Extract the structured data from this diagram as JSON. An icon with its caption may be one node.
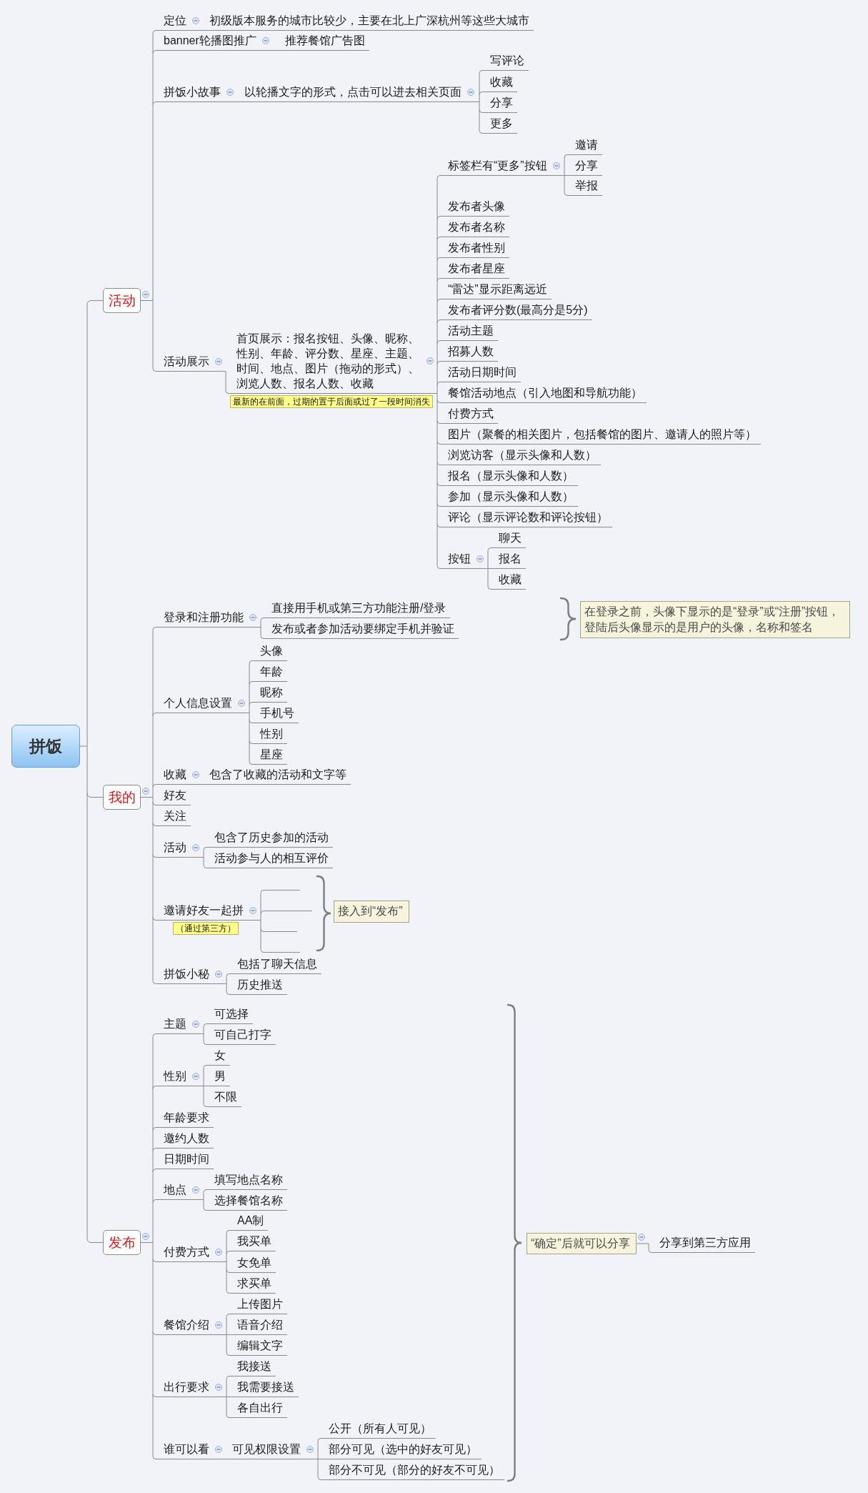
{
  "diagram": {
    "nodes": [
      {
        "text": [
          "拼饭"
        ]
      },
      {
        "text": [
          "活动"
        ]
      },
      {
        "text": [
          "定位"
        ]
      },
      {
        "text": [
          "初级版本服务的城市比较少，主要在北上广深杭州等这些大城市"
        ]
      },
      {
        "text": [
          "banner轮播图推广"
        ]
      },
      {
        "text": [
          "推荐餐馆广告图"
        ]
      },
      {
        "text": [
          "拼饭小故事"
        ]
      },
      {
        "text": [
          "以轮播文字的形式，点击可以进去相关页面"
        ]
      },
      {
        "text": [
          "写评论"
        ]
      },
      {
        "text": [
          "收藏"
        ]
      },
      {
        "text": [
          "分享"
        ]
      },
      {
        "text": [
          "更多"
        ]
      },
      {
        "text": [
          "活动展示"
        ]
      },
      {
        "text": [
          "首页展示：报名按钮、头像、昵称、性别、年龄、评分数、星座、主题、时间、地点、图片（拖动的形式）、浏览人数、报名人数、收藏"
        ],
        "beside": [
          "最新的在前面，过期的置于后面或过了一段时间消失"
        ]
      },
      {
        "text": [
          "标签栏有“更多”按钮"
        ]
      },
      {
        "text": [
          "邀请"
        ]
      },
      {
        "text": [
          "分享"
        ]
      },
      {
        "text": [
          "举报"
        ]
      },
      {
        "text": [
          "发布者头像"
        ]
      },
      {
        "text": [
          "发布者名称"
        ]
      },
      {
        "text": [
          "发布者性别"
        ]
      },
      {
        "text": [
          "发布者星座"
        ]
      },
      {
        "text": [
          "“雷达”显示距离远近"
        ]
      },
      {
        "text": [
          "发布者评分数(最高分是5分)"
        ]
      },
      {
        "text": [
          "活动主题"
        ]
      },
      {
        "text": [
          "招募人数"
        ]
      },
      {
        "text": [
          "活动日期时间"
        ]
      },
      {
        "text": [
          "餐馆活动地点（引入地图和导航功能）"
        ]
      },
      {
        "text": [
          "付费方式"
        ]
      },
      {
        "text": [
          "图片（聚餐的相关图片，包括餐馆的图片、邀请人的照片等）"
        ]
      },
      {
        "text": [
          "浏览访客（显示头像和人数）"
        ]
      },
      {
        "text": [
          "报名（显示头像和人数）"
        ]
      },
      {
        "text": [
          "参加（显示头像和人数）"
        ]
      },
      {
        "text": [
          "评论（显示评论数和评论按钮）"
        ]
      },
      {
        "text": [
          "按钮"
        ]
      },
      {
        "text": [
          "聊天"
        ]
      },
      {
        "text": [
          "报名"
        ]
      },
      {
        "text": [
          "收藏"
        ]
      },
      {
        "text": [
          "我的"
        ]
      },
      {
        "text": [
          "登录和注册功能"
        ]
      },
      {
        "text": [
          "直接用手机或第三方功能注册/登录"
        ]
      },
      {
        "text": [
          "发布或者参加活动要绑定手机并验证"
        ]
      },
      {
        "text": [
          "在登录之前，头像下显示的是“登录”或“注册”按钮，登陆后头像显示的是用户的头像，名称和签名"
        ]
      },
      {
        "text": [
          "个人信息设置"
        ]
      },
      {
        "text": [
          "头像"
        ]
      },
      {
        "text": [
          "年龄"
        ]
      },
      {
        "text": [
          "昵称"
        ]
      },
      {
        "text": [
          "手机号"
        ]
      },
      {
        "text": [
          "性别"
        ]
      },
      {
        "text": [
          "星座"
        ]
      },
      {
        "text": [
          "收藏"
        ]
      },
      {
        "text": [
          "包含了收藏的活动和文字等"
        ]
      },
      {
        "text": [
          "好友"
        ]
      },
      {
        "text": [
          "关注"
        ]
      },
      {
        "text": [
          "活动"
        ]
      },
      {
        "text": [
          "包含了历史参加的活动"
        ]
      },
      {
        "text": [
          "活动参与人的相互评价"
        ]
      },
      {
        "text": [
          "邀请好友一起拼"
        ],
        "beside": [
          "（通过第三方）"
        ]
      },
      {
        "text": [],
        "shape": "line"
      },
      {
        "text": [],
        "shape": "line"
      },
      {
        "text": [],
        "shape": "line"
      },
      {
        "text": [],
        "shape": "line"
      },
      {
        "text": [
          "接入到“发布”"
        ]
      },
      {
        "text": [
          "拼饭小秘"
        ]
      },
      {
        "text": [
          "包括了聊天信息"
        ]
      },
      {
        "text": [
          "历史推送"
        ]
      },
      {
        "text": [
          "发布"
        ]
      },
      {
        "text": [
          "主题"
        ]
      },
      {
        "text": [
          "可选择"
        ]
      },
      {
        "text": [
          "可自己打字"
        ]
      },
      {
        "text": [
          "性别"
        ]
      },
      {
        "text": [
          "女"
        ]
      },
      {
        "text": [
          "男"
        ]
      },
      {
        "text": [
          "不限"
        ]
      },
      {
        "text": [
          "年龄要求"
        ]
      },
      {
        "text": [
          "邀约人数"
        ]
      },
      {
        "text": [
          "日期时间"
        ]
      },
      {
        "text": [
          "地点"
        ]
      },
      {
        "text": [
          "填写地点名称"
        ]
      },
      {
        "text": [
          "选择餐馆名称"
        ]
      },
      {
        "text": [
          "付费方式"
        ]
      },
      {
        "text": [
          "AA制"
        ]
      },
      {
        "text": [
          "我买单"
        ]
      },
      {
        "text": [
          "女免单"
        ]
      },
      {
        "text": [
          "求买单"
        ]
      },
      {
        "text": [
          "餐馆介绍"
        ]
      },
      {
        "text": [
          "上传图片"
        ]
      },
      {
        "text": [
          "语音介绍"
        ]
      },
      {
        "text": [
          "编辑文字"
        ]
      },
      {
        "text": [
          "出行要求"
        ]
      },
      {
        "text": [
          "我接送"
        ]
      },
      {
        "text": [
          "我需要接送"
        ]
      },
      {
        "text": [
          "各自出行"
        ]
      },
      {
        "text": [
          "谁可以看"
        ]
      },
      {
        "text": [
          "可见权限设置"
        ]
      },
      {
        "text": [
          "公开（所有人可见）"
        ]
      },
      {
        "text": [
          "部分可见（选中的好友可见）"
        ]
      },
      {
        "text": [
          "部分不可见（部分的好友不可见）"
        ]
      },
      {
        "text": [
          "“确定”后就可以分享"
        ]
      },
      {
        "text": [
          "分享到第三方应用"
        ]
      }
    ],
    "edges": [
      {
        "from": 0,
        "to": 1,
        "arrow": "none"
      },
      {
        "from": 0,
        "to": 38,
        "arrow": "none"
      },
      {
        "from": 0,
        "to": 66,
        "arrow": "none"
      },
      {
        "from": 1,
        "to": 2,
        "arrow": "none"
      },
      {
        "from": 1,
        "to": 4,
        "arrow": "none"
      },
      {
        "from": 1,
        "to": 6,
        "arrow": "none"
      },
      {
        "from": 1,
        "to": 12,
        "arrow": "none"
      },
      {
        "from": 2,
        "to": 3,
        "arrow": "none"
      },
      {
        "from": 4,
        "to": 5,
        "arrow": "none"
      },
      {
        "from": 6,
        "to": 7,
        "arrow": "none"
      },
      {
        "from": 7,
        "to": 8,
        "arrow": "none"
      },
      {
        "from": 7,
        "to": 9,
        "arrow": "none"
      },
      {
        "from": 7,
        "to": 10,
        "arrow": "none"
      },
      {
        "from": 7,
        "to": 11,
        "arrow": "none"
      },
      {
        "from": 12,
        "to": 13,
        "arrow": "none"
      },
      {
        "from": 13,
        "to": 14,
        "arrow": "none"
      },
      {
        "from": 13,
        "to": 18,
        "arrow": "none"
      },
      {
        "from": 13,
        "to": 19,
        "arrow": "none"
      },
      {
        "from": 13,
        "to": 20,
        "arrow": "none"
      },
      {
        "from": 13,
        "to": 21,
        "arrow": "none"
      },
      {
        "from": 13,
        "to": 22,
        "arrow": "none"
      },
      {
        "from": 13,
        "to": 23,
        "arrow": "none"
      },
      {
        "from": 13,
        "to": 24,
        "arrow": "none"
      },
      {
        "from": 13,
        "to": 25,
        "arrow": "none"
      },
      {
        "from": 13,
        "to": 26,
        "arrow": "none"
      },
      {
        "from": 13,
        "to": 27,
        "arrow": "none"
      },
      {
        "from": 13,
        "to": 28,
        "arrow": "none"
      },
      {
        "from": 13,
        "to": 29,
        "arrow": "none"
      },
      {
        "from": 13,
        "to": 30,
        "arrow": "none"
      },
      {
        "from": 13,
        "to": 31,
        "arrow": "none"
      },
      {
        "from": 13,
        "to": 32,
        "arrow": "none"
      },
      {
        "from": 13,
        "to": 33,
        "arrow": "none"
      },
      {
        "from": 13,
        "to": 34,
        "arrow": "none"
      },
      {
        "from": 14,
        "to": 15,
        "arrow": "none"
      },
      {
        "from": 14,
        "to": 16,
        "arrow": "none"
      },
      {
        "from": 14,
        "to": 17,
        "arrow": "none"
      },
      {
        "from": 34,
        "to": 35,
        "arrow": "none"
      },
      {
        "from": 34,
        "to": 36,
        "arrow": "none"
      },
      {
        "from": 34,
        "to": 37,
        "arrow": "none"
      },
      {
        "from": 38,
        "to": 39,
        "arrow": "none"
      },
      {
        "from": 38,
        "to": 43,
        "arrow": "none"
      },
      {
        "from": 38,
        "to": 50,
        "arrow": "none"
      },
      {
        "from": 38,
        "to": 52,
        "arrow": "none"
      },
      {
        "from": 38,
        "to": 53,
        "arrow": "none"
      },
      {
        "from": 38,
        "to": 54,
        "arrow": "none"
      },
      {
        "from": 38,
        "to": 57,
        "arrow": "none"
      },
      {
        "from": 38,
        "to": 63,
        "arrow": "none"
      },
      {
        "from": 39,
        "to": 40,
        "arrow": "none"
      },
      {
        "from": 39,
        "to": 41,
        "arrow": "none"
      },
      {
        "from": 43,
        "to": 44,
        "arrow": "none"
      },
      {
        "from": 43,
        "to": 45,
        "arrow": "none"
      },
      {
        "from": 43,
        "to": 46,
        "arrow": "none"
      },
      {
        "from": 43,
        "to": 47,
        "arrow": "none"
      },
      {
        "from": 43,
        "to": 48,
        "arrow": "none"
      },
      {
        "from": 43,
        "to": 49,
        "arrow": "none"
      },
      {
        "from": 50,
        "to": 51,
        "arrow": "none"
      },
      {
        "from": 54,
        "to": 55,
        "arrow": "none"
      },
      {
        "from": 54,
        "to": 56,
        "arrow": "none"
      },
      {
        "from": 57,
        "to": 58,
        "arrow": "none"
      },
      {
        "from": 57,
        "to": 59,
        "arrow": "none"
      },
      {
        "from": 57,
        "to": 60,
        "arrow": "none"
      },
      {
        "from": 57,
        "to": 61,
        "arrow": "none"
      },
      {
        "from": 63,
        "to": 64,
        "arrow": "none"
      },
      {
        "from": 63,
        "to": 65,
        "arrow": "none"
      },
      {
        "from": 66,
        "to": 67,
        "arrow": "none"
      },
      {
        "from": 66,
        "to": 70,
        "arrow": "none"
      },
      {
        "from": 66,
        "to": 74,
        "arrow": "none"
      },
      {
        "from": 66,
        "to": 75,
        "arrow": "none"
      },
      {
        "from": 66,
        "to": 76,
        "arrow": "none"
      },
      {
        "from": 66,
        "to": 77,
        "arrow": "none"
      },
      {
        "from": 66,
        "to": 80,
        "arrow": "none"
      },
      {
        "from": 66,
        "to": 85,
        "arrow": "none"
      },
      {
        "from": 66,
        "to": 89,
        "arrow": "none"
      },
      {
        "from": 66,
        "to": 93,
        "arrow": "none"
      },
      {
        "from": 67,
        "to": 68,
        "arrow": "none"
      },
      {
        "from": 67,
        "to": 69,
        "arrow": "none"
      },
      {
        "from": 70,
        "to": 71,
        "arrow": "none"
      },
      {
        "from": 70,
        "to": 72,
        "arrow": "none"
      },
      {
        "from": 70,
        "to": 73,
        "arrow": "none"
      },
      {
        "from": 77,
        "to": 78,
        "arrow": "none"
      },
      {
        "from": 77,
        "to": 79,
        "arrow": "none"
      },
      {
        "from": 80,
        "to": 81,
        "arrow": "none"
      },
      {
        "from": 80,
        "to": 82,
        "arrow": "none"
      },
      {
        "from": 80,
        "to": 83,
        "arrow": "none"
      },
      {
        "from": 80,
        "to": 84,
        "arrow": "none"
      },
      {
        "from": 85,
        "to": 86,
        "arrow": "none"
      },
      {
        "from": 85,
        "to": 87,
        "arrow": "none"
      },
      {
        "from": 85,
        "to": 88,
        "arrow": "none"
      },
      {
        "from": 89,
        "to": 90,
        "arrow": "none"
      },
      {
        "from": 89,
        "to": 91,
        "arrow": "none"
      },
      {
        "from": 89,
        "to": 92,
        "arrow": "none"
      },
      {
        "from": 93,
        "to": 94,
        "arrow": "none"
      },
      {
        "from": 94,
        "to": 95,
        "arrow": "none"
      },
      {
        "from": 94,
        "to": 96,
        "arrow": "none"
      },
      {
        "from": 94,
        "to": 97,
        "arrow": "none"
      },
      {
        "from": 98,
        "to": 99,
        "arrow": "none"
      }
    ]
  }
}
